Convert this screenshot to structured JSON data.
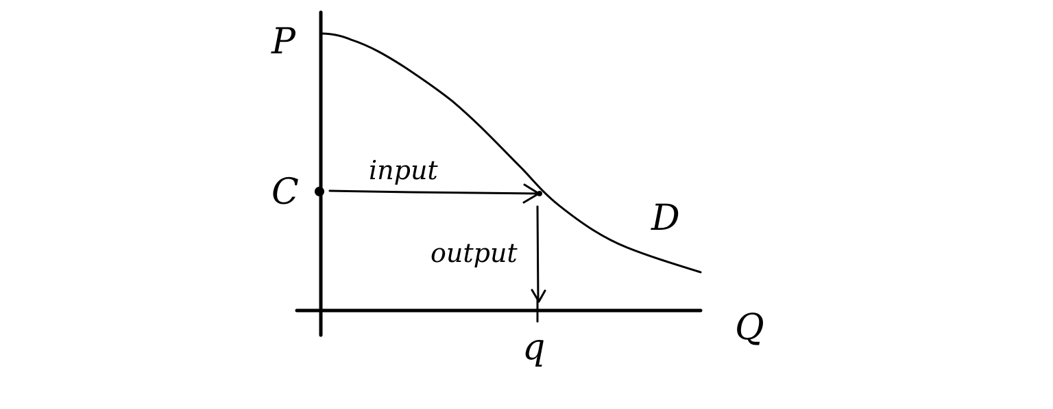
{
  "labels": {
    "y_axis": "P",
    "x_axis": "Q",
    "cost": "C",
    "demand": "D",
    "quantity": "q",
    "input": "input",
    "output": "output"
  },
  "colors": {
    "ink": "#000000",
    "background": "#ffffff"
  }
}
